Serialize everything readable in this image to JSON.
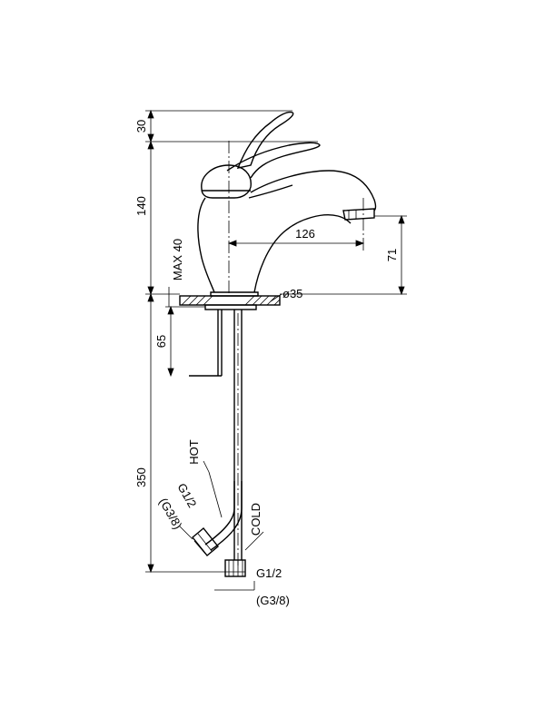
{
  "dimensions": {
    "lever_height": "30",
    "body_height": "140",
    "spout_reach": "126",
    "spout_height": "71",
    "max_deck": "MAX 40",
    "hole_diameter": "ø35",
    "shank_length": "65",
    "hose_length": "350"
  },
  "connections": {
    "hot_label": "HOT",
    "cold_label": "COLD",
    "hot_thread": "G1/2",
    "hot_thread_alt": "(G3/8)",
    "cold_thread": "G1/2",
    "cold_thread_alt": "(G3/8)"
  }
}
